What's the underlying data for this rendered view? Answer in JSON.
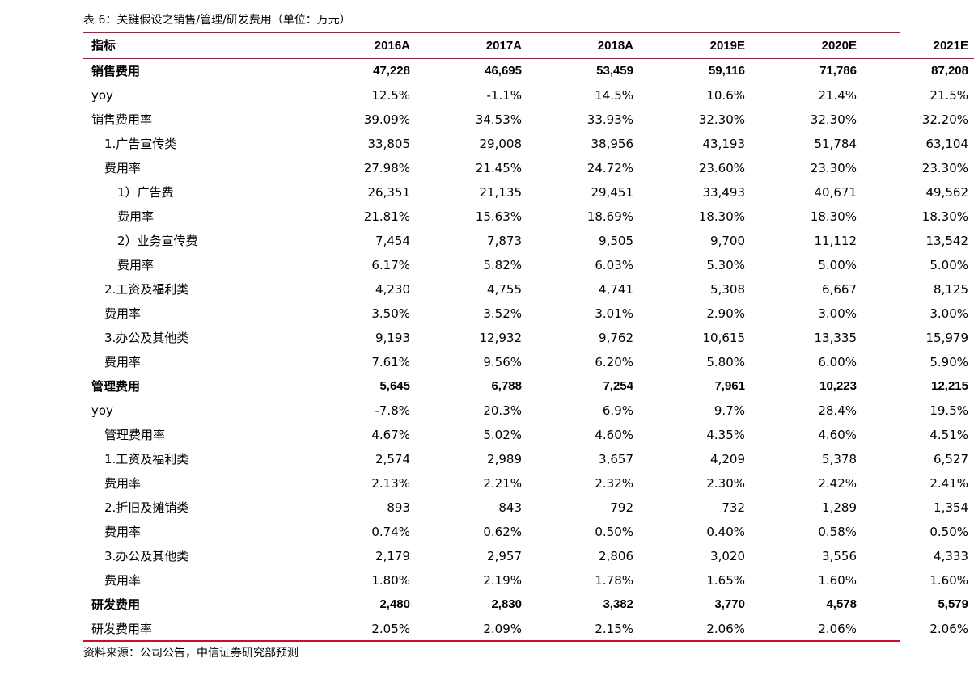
{
  "caption": "表 6：关键假设之销售/管理/研发费用（单位：万元）",
  "header": {
    "label": "指标",
    "years": [
      "2016A",
      "2017A",
      "2018A",
      "2019E",
      "2020E",
      "2021E"
    ]
  },
  "rows": [
    {
      "label": "销售费用",
      "bold": true,
      "indent": 0,
      "values": [
        "47,228",
        "46,695",
        "53,459",
        "59,116",
        "71,786",
        "87,208"
      ]
    },
    {
      "label": "yoy",
      "bold": false,
      "indent": 0,
      "values": [
        "12.5%",
        "-1.1%",
        "14.5%",
        "10.6%",
        "21.4%",
        "21.5%"
      ]
    },
    {
      "label": "销售费用率",
      "bold": false,
      "indent": 0,
      "values": [
        "39.09%",
        "34.53%",
        "33.93%",
        "32.30%",
        "32.30%",
        "32.20%"
      ]
    },
    {
      "label": "1.广告宣传类",
      "bold": false,
      "indent": 1,
      "values": [
        "33,805",
        "29,008",
        "38,956",
        "43,193",
        "51,784",
        "63,104"
      ]
    },
    {
      "label": "费用率",
      "bold": false,
      "indent": 1,
      "values": [
        "27.98%",
        "21.45%",
        "24.72%",
        "23.60%",
        "23.30%",
        "23.30%"
      ]
    },
    {
      "label": "1）广告费",
      "bold": false,
      "indent": 2,
      "values": [
        "26,351",
        "21,135",
        "29,451",
        "33,493",
        "40,671",
        "49,562"
      ]
    },
    {
      "label": "费用率",
      "bold": false,
      "indent": 2,
      "values": [
        "21.81%",
        "15.63%",
        "18.69%",
        "18.30%",
        "18.30%",
        "18.30%"
      ]
    },
    {
      "label": "2）业务宣传费",
      "bold": false,
      "indent": 2,
      "values": [
        "7,454",
        "7,873",
        "9,505",
        "9,700",
        "11,112",
        "13,542"
      ]
    },
    {
      "label": "费用率",
      "bold": false,
      "indent": 2,
      "values": [
        "6.17%",
        "5.82%",
        "6.03%",
        "5.30%",
        "5.00%",
        "5.00%"
      ]
    },
    {
      "label": "2.工资及福利类",
      "bold": false,
      "indent": 1,
      "values": [
        "4,230",
        "4,755",
        "4,741",
        "5,308",
        "6,667",
        "8,125"
      ]
    },
    {
      "label": "费用率",
      "bold": false,
      "indent": 1,
      "values": [
        "3.50%",
        "3.52%",
        "3.01%",
        "2.90%",
        "3.00%",
        "3.00%"
      ]
    },
    {
      "label": "3.办公及其他类",
      "bold": false,
      "indent": 1,
      "values": [
        "9,193",
        "12,932",
        "9,762",
        "10,615",
        "13,335",
        "15,979"
      ]
    },
    {
      "label": "费用率",
      "bold": false,
      "indent": 1,
      "values": [
        "7.61%",
        "9.56%",
        "6.20%",
        "5.80%",
        "6.00%",
        "5.90%"
      ]
    },
    {
      "label": "管理费用",
      "bold": true,
      "indent": 0,
      "values": [
        "5,645",
        "6,788",
        "7,254",
        "7,961",
        "10,223",
        "12,215"
      ]
    },
    {
      "label": "yoy",
      "bold": false,
      "indent": 0,
      "values": [
        "-7.8%",
        "20.3%",
        "6.9%",
        "9.7%",
        "28.4%",
        "19.5%"
      ]
    },
    {
      "label": "管理费用率",
      "bold": false,
      "indent": 1,
      "values": [
        "4.67%",
        "5.02%",
        "4.60%",
        "4.35%",
        "4.60%",
        "4.51%"
      ]
    },
    {
      "label": "1.工资及福利类",
      "bold": false,
      "indent": 1,
      "values": [
        "2,574",
        "2,989",
        "3,657",
        "4,209",
        "5,378",
        "6,527"
      ]
    },
    {
      "label": "费用率",
      "bold": false,
      "indent": 1,
      "values": [
        "2.13%",
        "2.21%",
        "2.32%",
        "2.30%",
        "2.42%",
        "2.41%"
      ]
    },
    {
      "label": "2.折旧及摊销类",
      "bold": false,
      "indent": 1,
      "values": [
        "893",
        "843",
        "792",
        "732",
        "1,289",
        "1,354"
      ]
    },
    {
      "label": "费用率",
      "bold": false,
      "indent": 1,
      "values": [
        "0.74%",
        "0.62%",
        "0.50%",
        "0.40%",
        "0.58%",
        "0.50%"
      ]
    },
    {
      "label": "3.办公及其他类",
      "bold": false,
      "indent": 1,
      "values": [
        "2,179",
        "2,957",
        "2,806",
        "3,020",
        "3,556",
        "4,333"
      ]
    },
    {
      "label": "费用率",
      "bold": false,
      "indent": 1,
      "values": [
        "1.80%",
        "2.19%",
        "1.78%",
        "1.65%",
        "1.60%",
        "1.60%"
      ]
    },
    {
      "label": "研发费用",
      "bold": true,
      "indent": 0,
      "values": [
        "2,480",
        "2,830",
        "3,382",
        "3,770",
        "4,578",
        "5,579"
      ]
    },
    {
      "label": "研发费用率",
      "bold": false,
      "indent": 0,
      "values": [
        "2.05%",
        "2.09%",
        "2.15%",
        "2.06%",
        "2.06%",
        "2.06%"
      ]
    }
  ],
  "source": "资料来源：公司公告，中信证券研究部预测",
  "colors": {
    "rule": "#c8102e",
    "text": "#000000"
  }
}
